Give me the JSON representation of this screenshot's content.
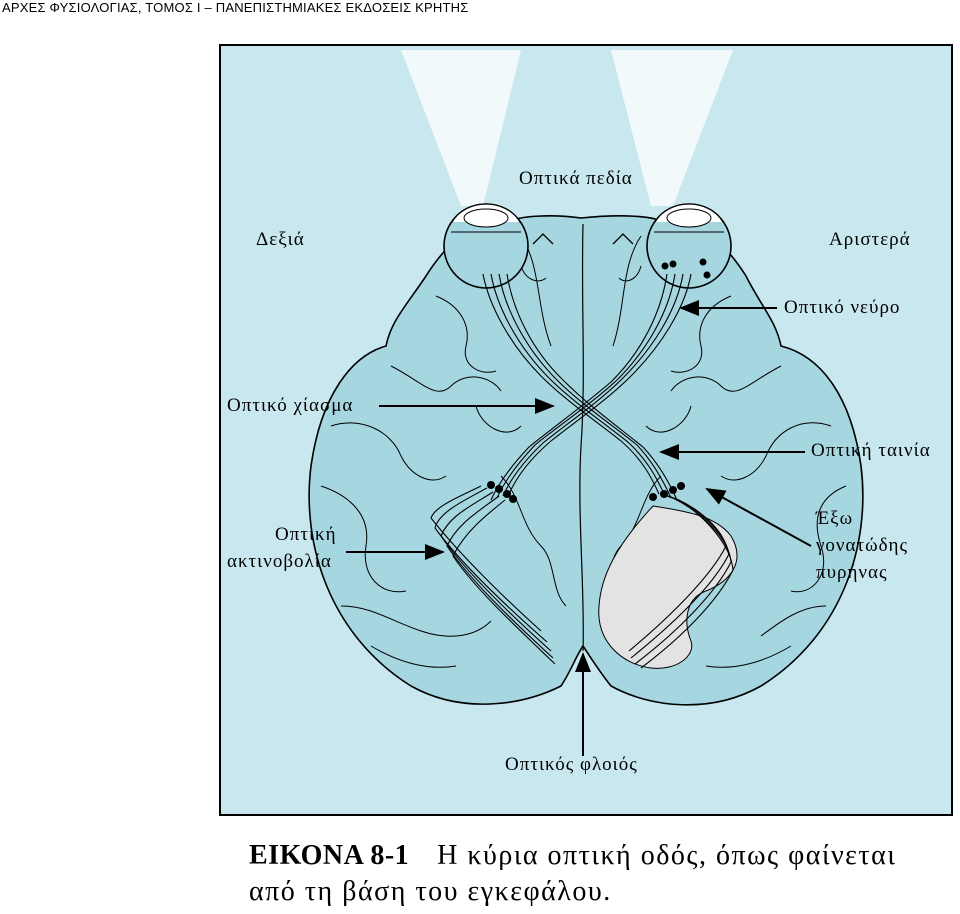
{
  "header": "ΑΡΧΕΣ ΦΥΣΙΟΛΟΓΙΑΣ, ΤΟΜΟΣ Ι – ΠΑΝΕΠΙΣΤΗΜΙΑΚΕΣ ΕΚΔΟΣΕΙΣ ΚΡΗΤΗΣ",
  "labels": {
    "visual_fields": "Οπτικά πεδία",
    "right": "Δεξιά",
    "left": "Αριστερά",
    "optic_nerve": "Οπτικό νεύρο",
    "optic_chiasm": "Οπτικό χίασμα",
    "optic_tract": "Οπτική ταινία",
    "optic_radiation_1": "Οπτική",
    "optic_radiation_2": "ακτινοβολία",
    "lgn_1": "Έξω",
    "lgn_2": "γονατώδης",
    "lgn_3": "πυρήνας",
    "visual_cortex": "Οπτικός φλοιός"
  },
  "caption": {
    "number": "ΕΙΚΟΝΑ 8-1",
    "text": "Η κύρια οπτική οδός, όπως φαίνεται από τη βάση του εγκεφάλου."
  },
  "colors": {
    "background": "#c8e7ee",
    "brain": "#a6d6e0",
    "cortex_highlight": "#e3e3e3",
    "outline": "#000000"
  }
}
